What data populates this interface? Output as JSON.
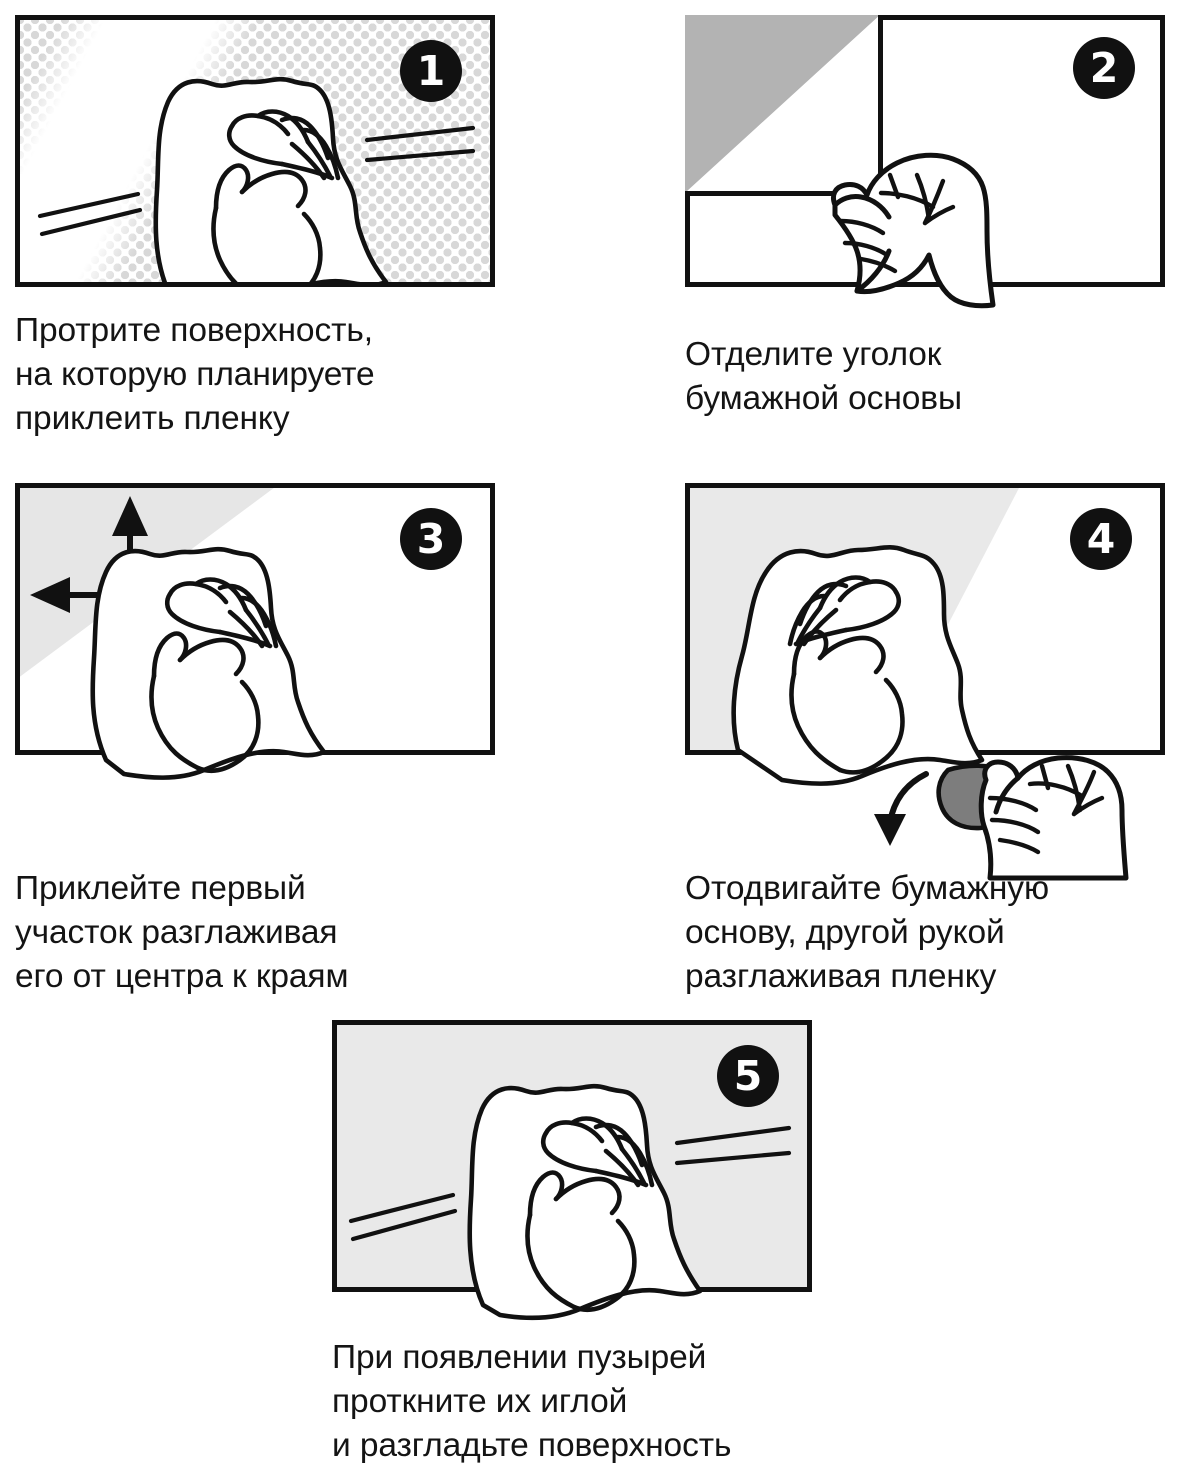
{
  "document": {
    "type": "instruction-diagram",
    "language": "ru",
    "topic": "Инструкция по наклейке пленки",
    "step_count": 5,
    "background_color": "#ffffff",
    "text_color": "#141414",
    "badge_color": "#111111",
    "badge_text_color": "#ffffff",
    "panel_border_color": "#111111",
    "panel_fill_gray": "#e9e9e9",
    "peel_gray": "#b3b3b3",
    "backing_dark_gray": "#7d7d7d"
  },
  "steps": [
    {
      "number": "1",
      "badge_name": "step-number-1",
      "caption": "Протрите поверхность,\nна которую планируете\nприклеить пленку",
      "illustration": "hand-with-cloth-wiping-surface",
      "background": "halftone-dots-with-diagonal-glare",
      "has_speed_lines": true,
      "speed_line_count": 4
    },
    {
      "number": "2",
      "badge_name": "step-number-2",
      "caption": "Отделите уголок\nбумажной основы",
      "illustration": "hand-pinching-peeled-corner",
      "background": "white-sheet-with-peeled-gray-corner",
      "has_speed_lines": false,
      "speed_line_count": 0
    },
    {
      "number": "3",
      "badge_name": "step-number-3",
      "caption": "Приклейте первый\nучасток разглаживая\nего от центра к краям",
      "illustration": "hand-with-cloth-smoothing-from-center",
      "background": "white-with-gray-corner-wedge",
      "has_speed_lines": false,
      "speed_line_count": 0,
      "arrows": [
        {
          "name": "arrow-up",
          "direction": "up"
        },
        {
          "name": "arrow-left",
          "direction": "left"
        }
      ]
    },
    {
      "number": "4",
      "badge_name": "step-number-4",
      "caption": "Отодвигайте бумажную\nоснову, другой рукой\nразглаживая пленку",
      "illustration": "two-hands-peeling-backing-and-smoothing",
      "background": "gray-with-white-diagonal-wedge",
      "has_speed_lines": false,
      "speed_line_count": 0,
      "arrows": [
        {
          "name": "arrow-curved-down",
          "direction": "curved-down"
        }
      ]
    },
    {
      "number": "5",
      "badge_name": "step-number-5",
      "caption": "При появлении пузырей\nпроткните их иглой\nи разгладьте поверхность",
      "illustration": "hand-with-cloth-smoothing-film",
      "background": "flat-light-gray",
      "has_speed_lines": true,
      "speed_line_count": 4
    }
  ]
}
